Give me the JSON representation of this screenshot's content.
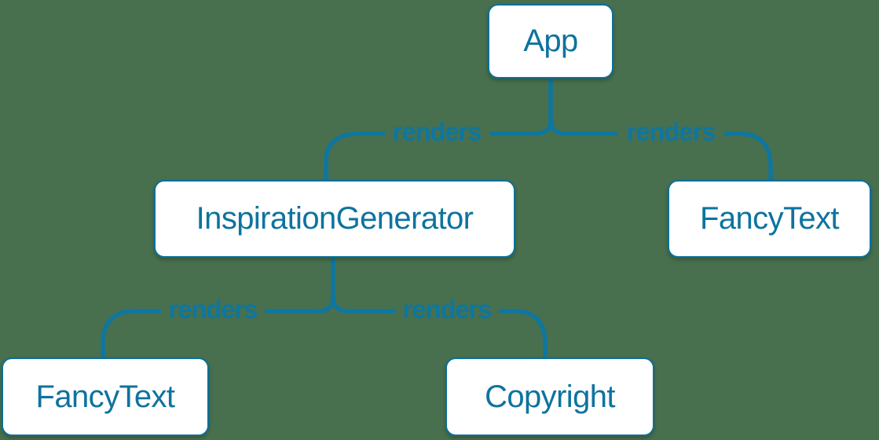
{
  "diagram": {
    "type": "component-render-tree",
    "colors": {
      "background": "#48704E",
      "accent_blue": "#0E76A0",
      "node_border": "#0D6F97",
      "node_fill": "#FFFFFF",
      "node_text": "#0E739E"
    },
    "nodes": [
      {
        "id": "app",
        "label": "App"
      },
      {
        "id": "inspiration-generator",
        "label": "InspirationGenerator"
      },
      {
        "id": "fancy-text-top",
        "label": "FancyText"
      },
      {
        "id": "fancy-text-bottom",
        "label": "FancyText"
      },
      {
        "id": "copyright",
        "label": "Copyright"
      }
    ],
    "edges": [
      {
        "from": "app",
        "to": "inspiration-generator",
        "label": "renders"
      },
      {
        "from": "app",
        "to": "fancy-text-top",
        "label": "renders"
      },
      {
        "from": "inspiration-generator",
        "to": "fancy-text-bottom",
        "label": "renders"
      },
      {
        "from": "inspiration-generator",
        "to": "copyright",
        "label": "renders"
      }
    ]
  }
}
